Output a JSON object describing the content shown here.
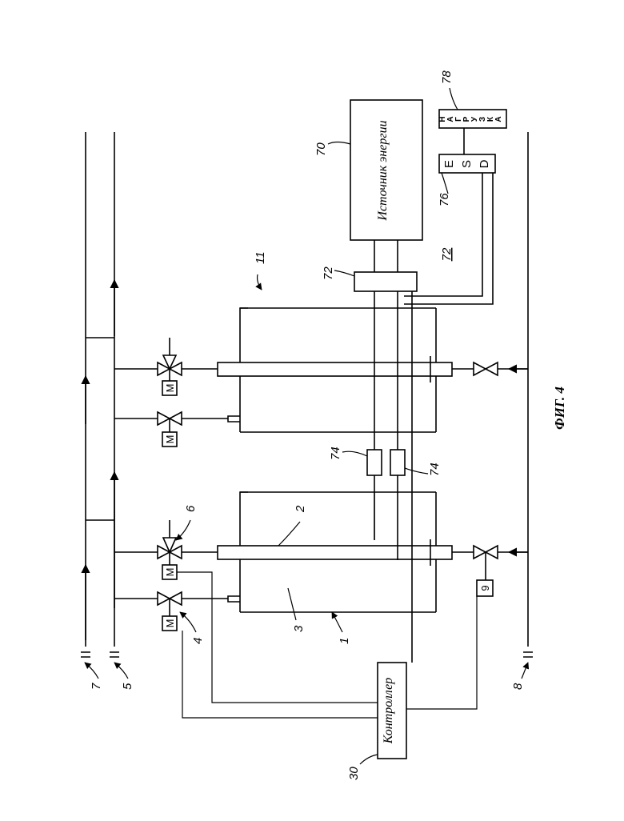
{
  "figure": {
    "caption": "ФИГ. 4",
    "controller_label": "Контроллер",
    "energy_source_label": "Источник энергии",
    "esd_letters": [
      "E",
      "S",
      "D"
    ],
    "load_letters": [
      "Н",
      "А",
      "Г",
      "Р",
      "У",
      "З",
      "К",
      "А"
    ],
    "motor_label": "M",
    "sensor_label": "9",
    "refs": {
      "r1": "1",
      "r2": "2",
      "r3": "3",
      "r4": "4",
      "r5": "5",
      "r6": "6",
      "r7": "7",
      "r8": "8",
      "r11": "11",
      "r30": "30",
      "r70": "70",
      "r72": "72",
      "r72b": "72",
      "r74a": "74",
      "r74b": "74",
      "r76": "76",
      "r78": "78"
    }
  }
}
